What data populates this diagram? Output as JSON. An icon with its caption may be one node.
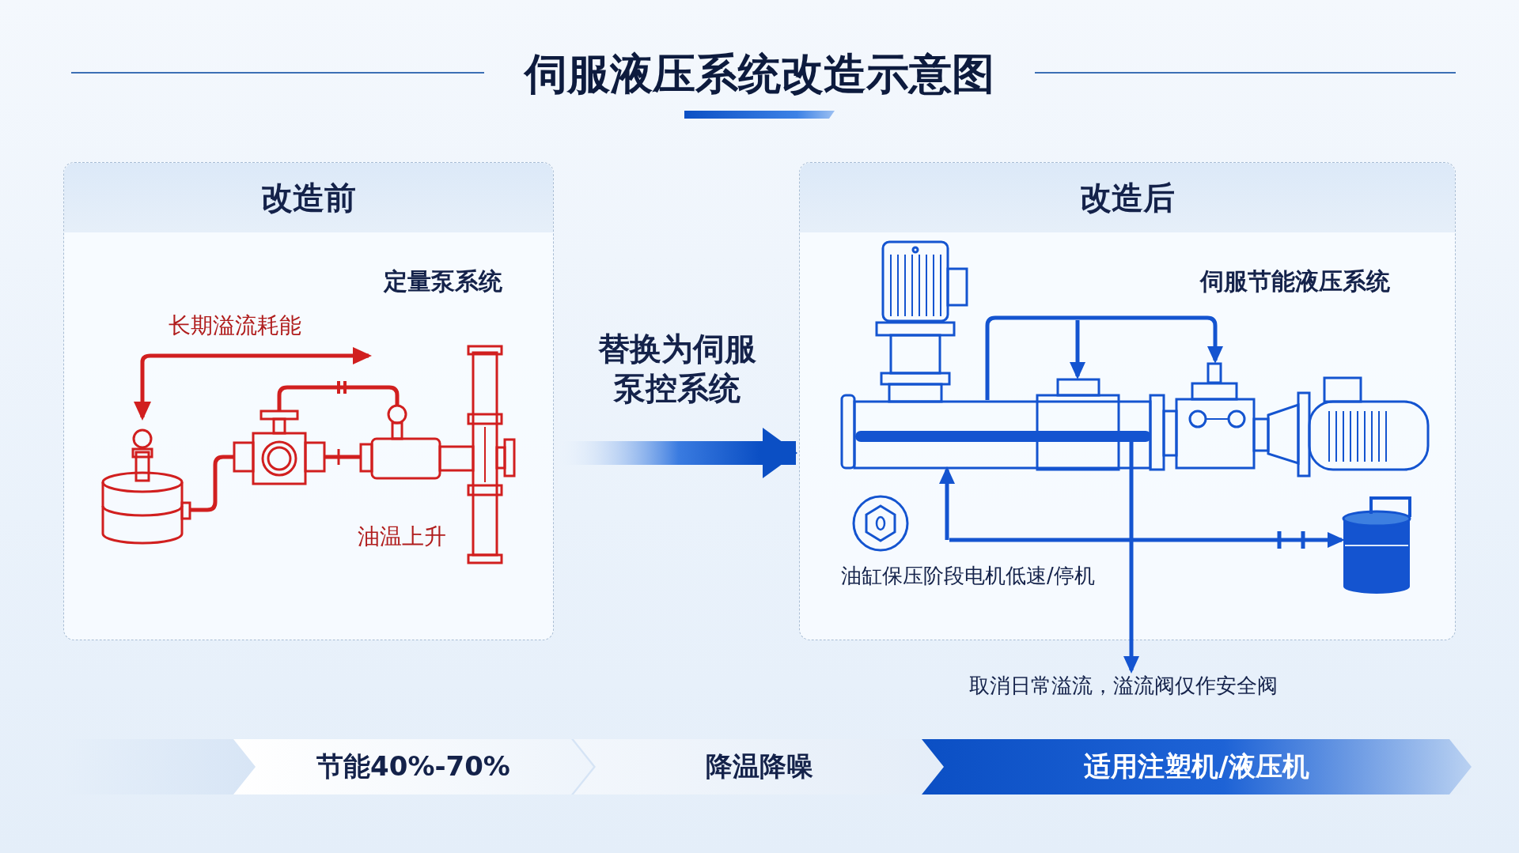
{
  "diagram": {
    "title": "伺服液压系统改造示意图",
    "nodes": [
      {
        "text": [
          "改造前"
        ]
      },
      {
        "text": [
          "改造后"
        ]
      },
      {
        "text": [
          "取消日常溢流，溢流阀仅作安全阀"
        ]
      },
      {
        "text": [
          "节能40%-70%"
        ]
      },
      {
        "text": [
          "降温降噪"
        ]
      },
      {
        "text": [
          "适用注塑机/液压机"
        ]
      }
    ],
    "edges": [
      {
        "from": 0,
        "to": 1,
        "arrow": "to",
        "label": "替换为伺服泵控系统",
        "style": "thick"
      },
      {
        "from": 1,
        "to": 2,
        "arrow": "to"
      }
    ],
    "labels": [
      "定量泵系统",
      "长期溢流耗能",
      "油温上升",
      "伺服节能液压系统",
      "油缸保压阶段电机低速/停机"
    ]
  }
}
